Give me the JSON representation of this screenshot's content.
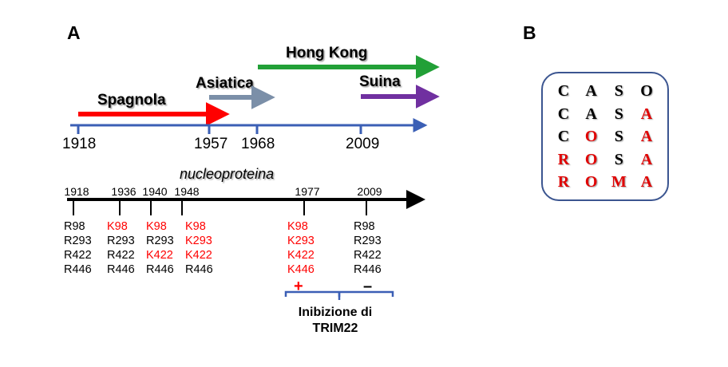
{
  "panels": {
    "a_label": "A",
    "b_label": "B"
  },
  "panel_a": {
    "epidemic_timeline": {
      "axis_color": "#3b5fb5",
      "years": [
        "1918",
        "1957",
        "1968",
        "2009"
      ],
      "epidemics": [
        {
          "name": "Spagnola",
          "color": "#ff0000",
          "start_year": "1918",
          "end_year": "1957"
        },
        {
          "name": "Asiatica",
          "color": "#7b8fa8",
          "start_year": "1957",
          "end_year": "1968"
        },
        {
          "name": "Hong Kong",
          "color": "#22a037",
          "start_year": "1968",
          "end_year": "present"
        },
        {
          "name": "Suina",
          "color": "#7030a0",
          "start_year": "2009",
          "end_year": "present"
        }
      ]
    },
    "nucleoprotein_timeline": {
      "title": "nucleoproteina",
      "axis_color": "#000000",
      "years": [
        "1918",
        "1936",
        "1940",
        "1948",
        "1977",
        "2009"
      ],
      "columns": [
        {
          "year": "1918",
          "residues": [
            {
              "label": "R98",
              "mutated": false
            },
            {
              "label": "R293",
              "mutated": false
            },
            {
              "label": "R422",
              "mutated": false
            },
            {
              "label": "R446",
              "mutated": false
            }
          ]
        },
        {
          "year": "1936",
          "residues": [
            {
              "label": "K98",
              "mutated": true
            },
            {
              "label": "R293",
              "mutated": false
            },
            {
              "label": "R422",
              "mutated": false
            },
            {
              "label": "R446",
              "mutated": false
            }
          ]
        },
        {
          "year": "1940",
          "residues": [
            {
              "label": "K98",
              "mutated": true
            },
            {
              "label": "R293",
              "mutated": false
            },
            {
              "label": "K422",
              "mutated": true
            },
            {
              "label": "R446",
              "mutated": false
            }
          ]
        },
        {
          "year": "1948",
          "residues": [
            {
              "label": "K98",
              "mutated": true
            },
            {
              "label": "K293",
              "mutated": true
            },
            {
              "label": "K422",
              "mutated": true
            },
            {
              "label": "R446",
              "mutated": false
            }
          ]
        },
        {
          "year": "1977",
          "residues": [
            {
              "label": "K98",
              "mutated": true
            },
            {
              "label": "K293",
              "mutated": true
            },
            {
              "label": "K422",
              "mutated": true
            },
            {
              "label": "K446",
              "mutated": true
            }
          ]
        },
        {
          "year": "2009",
          "residues": [
            {
              "label": "R98",
              "mutated": false
            },
            {
              "label": "R293",
              "mutated": false
            },
            {
              "label": "R422",
              "mutated": false
            },
            {
              "label": "R446",
              "mutated": false
            }
          ]
        }
      ],
      "inhibition": {
        "plus_sign": "+",
        "minus_sign": "–",
        "plus_color": "#ff0000",
        "minus_color": "#000000",
        "bracket_color": "#3b5fb5",
        "caption_line1": "Inibizione di",
        "caption_line2": "TRIM22"
      }
    }
  },
  "panel_b": {
    "box_border_color": "#3b5590",
    "changed_color": "#e00000",
    "rows": [
      {
        "word": "CASO",
        "letters": [
          {
            "char": "C",
            "changed": false
          },
          {
            "char": "A",
            "changed": false
          },
          {
            "char": "S",
            "changed": false
          },
          {
            "char": "O",
            "changed": false
          }
        ]
      },
      {
        "word": "CASA",
        "letters": [
          {
            "char": "C",
            "changed": false
          },
          {
            "char": "A",
            "changed": false
          },
          {
            "char": "S",
            "changed": false
          },
          {
            "char": "A",
            "changed": true
          }
        ]
      },
      {
        "word": "COSA",
        "letters": [
          {
            "char": "C",
            "changed": false
          },
          {
            "char": "O",
            "changed": true
          },
          {
            "char": "S",
            "changed": false
          },
          {
            "char": "A",
            "changed": true
          }
        ]
      },
      {
        "word": "ROSA",
        "letters": [
          {
            "char": "R",
            "changed": true
          },
          {
            "char": "O",
            "changed": true
          },
          {
            "char": "S",
            "changed": false
          },
          {
            "char": "A",
            "changed": true
          }
        ]
      },
      {
        "word": "ROMA",
        "letters": [
          {
            "char": "R",
            "changed": true
          },
          {
            "char": "O",
            "changed": true
          },
          {
            "char": "M",
            "changed": true
          },
          {
            "char": "A",
            "changed": true
          }
        ]
      }
    ]
  }
}
